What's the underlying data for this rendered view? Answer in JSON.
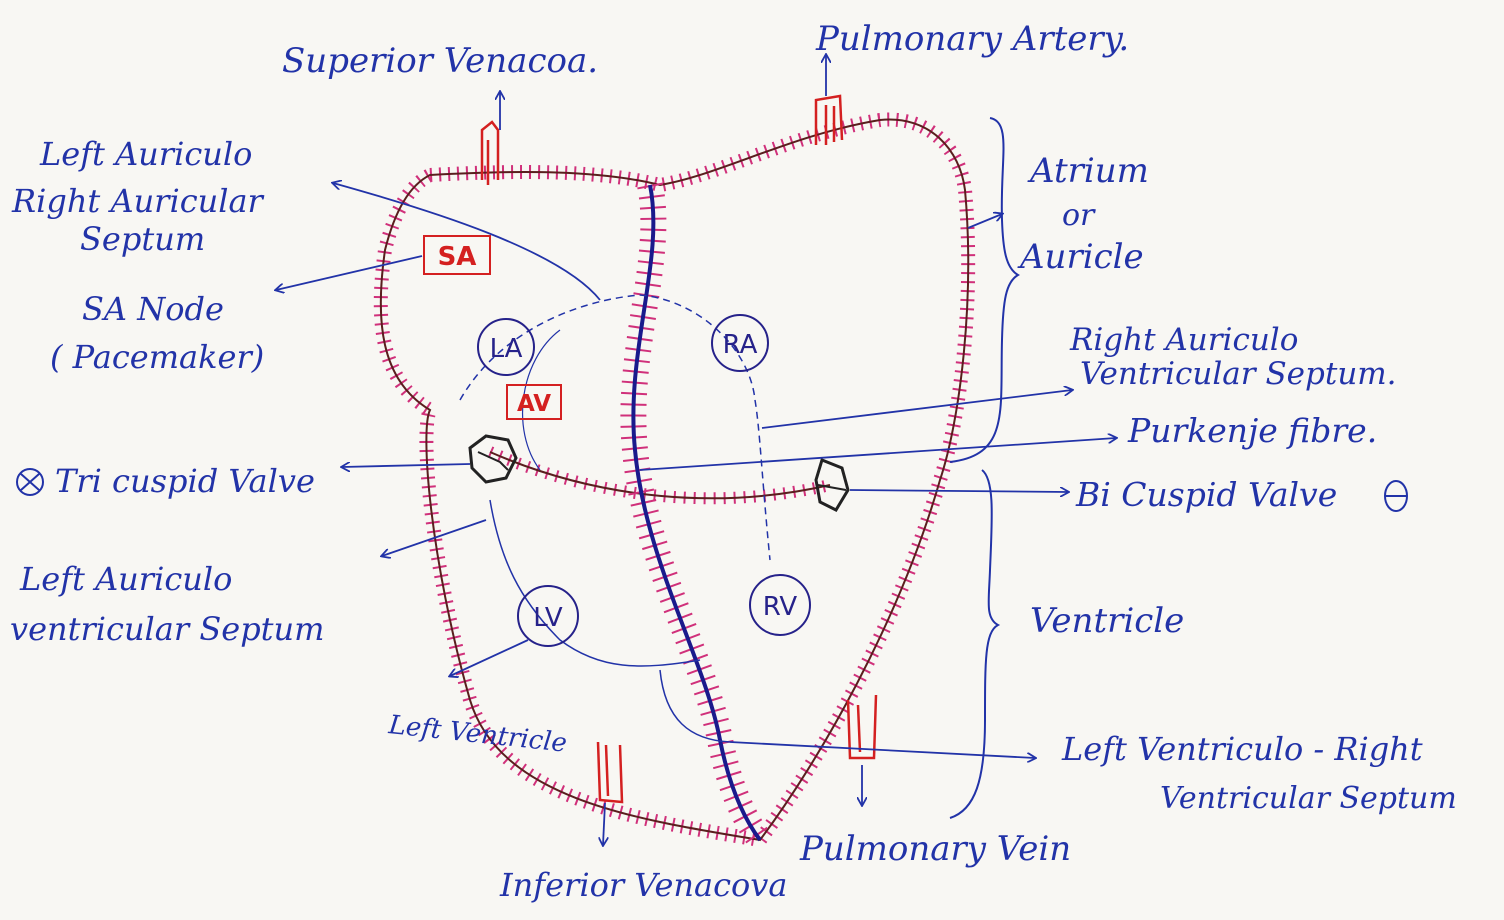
{
  "labels": {
    "superior_vena_cava": "Superior Venacoa.",
    "pulmonary_artery": "Pulmonary Artery.",
    "av_septum_1": "Left Auriculo",
    "av_septum_2": "Right Auricular",
    "av_septum_3": "Septum",
    "sa_node_1": "SA Node",
    "sa_node_2": "( Pacemaker)",
    "atrium_1": "Atrium",
    "atrium_2": "or",
    "atrium_3": "Auricle",
    "right_av_septum_1": "Right Auriculo",
    "right_av_septum_2": "Ventricular Septum.",
    "purkinje": "Purkenje fibre.",
    "tricuspid": "Tri cuspid Valve",
    "bicuspid": "Bi Cuspid Valve",
    "left_av_septum_1": "Left Auriculo",
    "left_av_septum_2": "ventricular Septum",
    "ventricle": "Ventricle",
    "left_ventricle": "Left Ventricle",
    "lv_rv_septum_1": "Left Ventriculo - Right",
    "lv_rv_septum_2": "Ventricular Septum",
    "pulmonary_vein": "Pulmonary Vein",
    "inferior_vena_cava": "Inferior Venacova"
  },
  "chambers": {
    "la": "LA",
    "ra": "RA",
    "lv": "LV",
    "rv": "RV"
  },
  "nodes": {
    "sa": "SA",
    "av": "AV"
  },
  "colors": {
    "ink": "#2233a8",
    "septum": "#1a1a8c",
    "outline": "#5a1e1e",
    "hatch": "#d0307a",
    "node": "#d42020"
  }
}
